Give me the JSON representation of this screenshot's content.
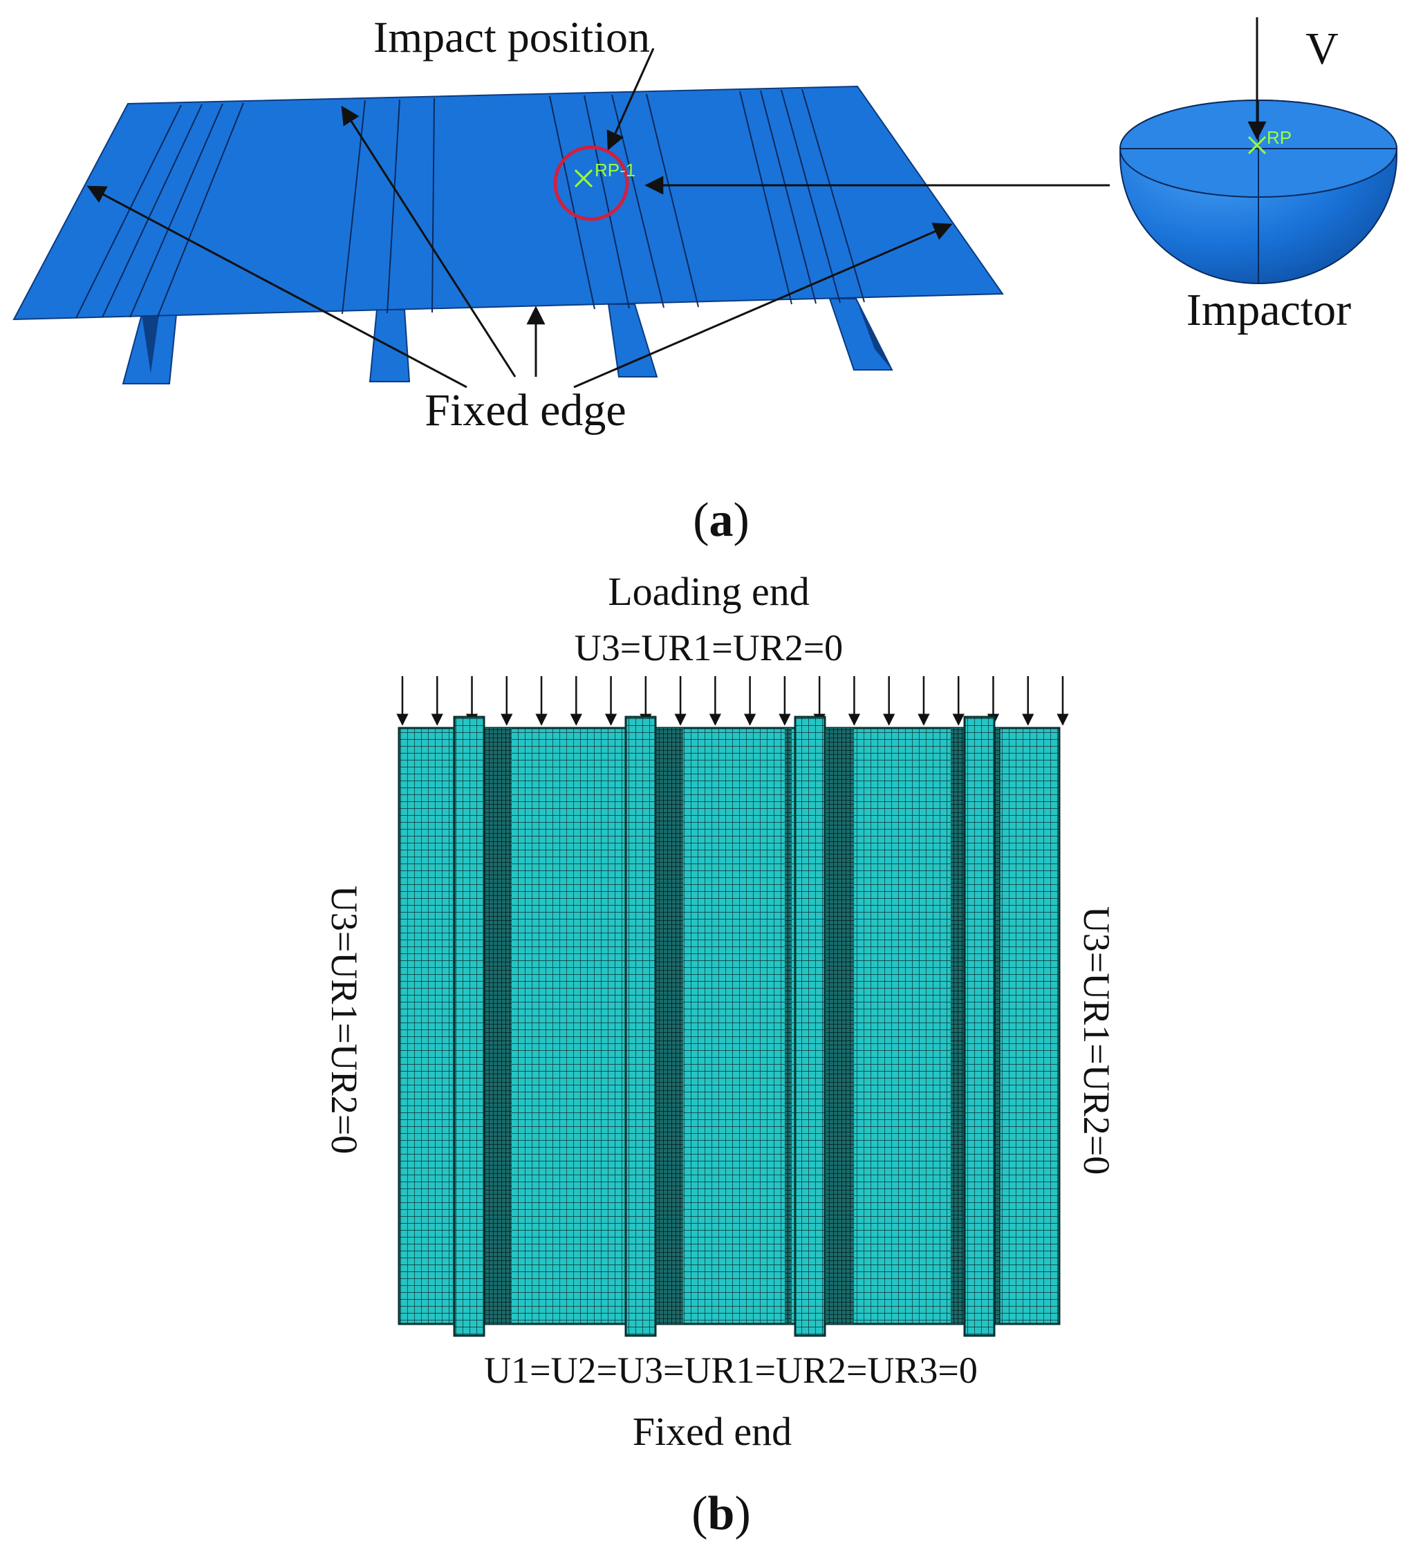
{
  "panel_a": {
    "label_letter": "a",
    "impact_position_label": "Impact position",
    "velocity_label": "V",
    "impactor_label": "Impactor",
    "fixed_edge_label": "Fixed edge",
    "plate_ref_point": "RP-1",
    "impactor_ref_point": "RP"
  },
  "panel_b": {
    "label_letter": "b",
    "loading_end_label": "Loading end",
    "top_condition": "U3=UR1=UR2=0",
    "left_condition": "U3=UR1=UR2=0",
    "right_condition": "U3=UR1=UR2=0",
    "bottom_condition": "U1=U2=U3=UR1=UR2=UR3=0",
    "fixed_end_label": "Fixed end",
    "load_arrow_count": 20
  },
  "colors": {
    "plate_blue": "#1a73d9",
    "plate_edge": "#0b3b80",
    "mesh_teal": "#26c4c4",
    "mesh_line": "#0a3030",
    "marker_green": "#9cff3a",
    "highlight_red": "#d02040"
  }
}
